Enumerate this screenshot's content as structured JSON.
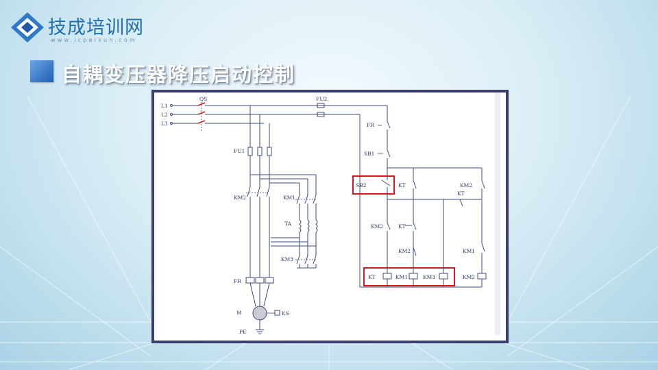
{
  "brand": {
    "name": "技成培训网",
    "url": "www.jcpeixun.com"
  },
  "slide": {
    "title": "自耦变压器降压启动控制"
  },
  "diagram": {
    "labels": {
      "L1": "L1",
      "L2": "L2",
      "L3": "L3",
      "QS": "QS",
      "FU1": "FU1",
      "FU2": "FU2",
      "KM2_main": "KM2",
      "KM1_main": "KM1",
      "TA": "TA",
      "KM3_main": "KM3",
      "FR_main": "FR",
      "M": "M",
      "KS": "KS",
      "PE": "PE",
      "FR_ctrl": "FR",
      "SB1": "SB1",
      "SB2": "SB2",
      "KT_a": "KT",
      "KT_b": "KT",
      "KM2_a": "KM2",
      "KM2_b": "KM2",
      "KT_c": "KT",
      "KM2_c": "KM2",
      "KM1_c": "KM1",
      "KT_coil": "KT",
      "KM1_coil": "KM1",
      "KM3_coil": "KM3",
      "KM2_coil": "KM2"
    }
  },
  "colors": {
    "accent": "#1f5fb4",
    "highlight": "#d11b1b",
    "frame": "#3a3f6e",
    "wire": "#3a4a80"
  }
}
